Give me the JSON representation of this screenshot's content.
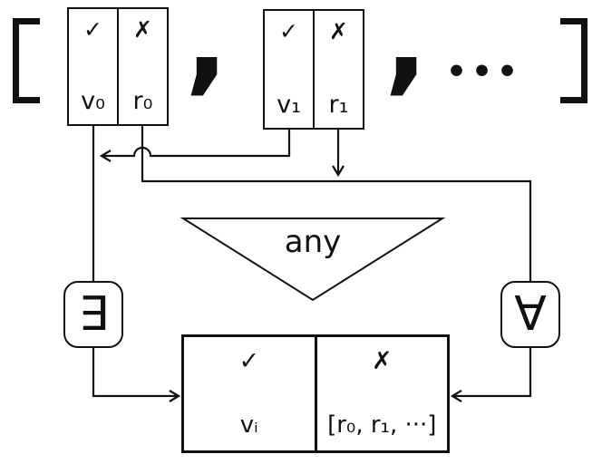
{
  "colors": {
    "ink": "#111111",
    "background": "#ffffff"
  },
  "list": {
    "open_bracket": "[",
    "close_bracket": "]",
    "comma": ",",
    "ellipsis": "•••",
    "items": [
      {
        "ok_mark": "✓",
        "ok_label": "v₀",
        "err_mark": "✗",
        "err_label": "r₀"
      },
      {
        "ok_mark": "✓",
        "ok_label": "v₁",
        "err_mark": "✗",
        "err_label": "r₁"
      }
    ]
  },
  "operation": {
    "name": "any"
  },
  "quantifiers": {
    "exists": "∃",
    "forall": "∀"
  },
  "result": {
    "ok_mark": "✓",
    "ok_label": "vᵢ",
    "err_mark": "✗",
    "err_label": "[r₀, r₁, ···]"
  }
}
